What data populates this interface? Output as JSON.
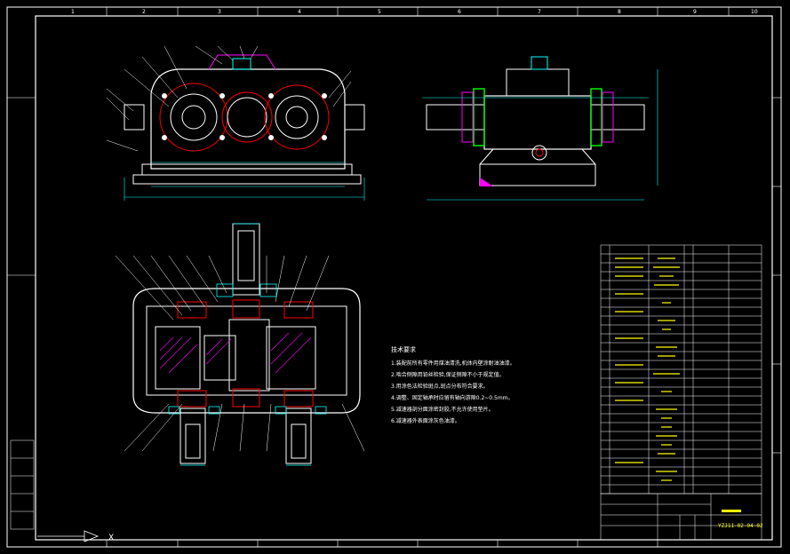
{
  "drawing_number": "YZJ11-02-04-02",
  "tech_notes": {
    "heading": "技术要求",
    "lines": [
      "1.装配前所有零件用煤油清洗,机体内壁涂耐油油漆。",
      "2.啮合侧隙用铅丝检验,保证侧隙不小于规定值。",
      "3.用涂色法检验斑点,斑点分布符合要求。",
      "4.调整、固定轴承时应留有轴向游隙0.2~0.5mm。",
      "5.减速器剖分面涂密封胶,不允许使用垫片。",
      "6.减速器外表面涂灰色油漆。"
    ]
  },
  "frame_ticks": [
    "1",
    "2",
    "3",
    "4",
    "5",
    "6",
    "7",
    "8",
    "9",
    "10"
  ],
  "colors": {
    "frame": "#ffffff",
    "outline": "#ffffff",
    "dimension": "#00ffff",
    "section": "#ff0000",
    "hatch": "#ff00ff",
    "highlight": "#00ff00",
    "text": "#ffff00"
  }
}
